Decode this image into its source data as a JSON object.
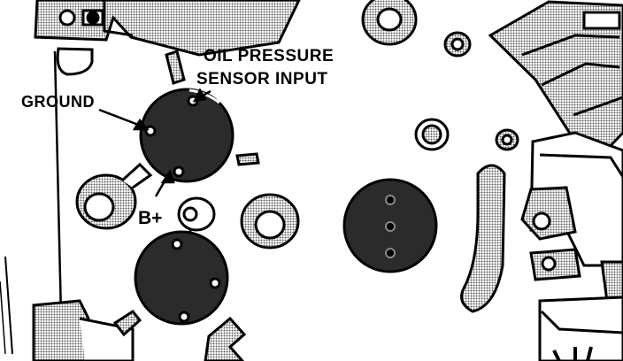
{
  "diagram": {
    "labels": {
      "oil_pressure": "OIL PRESSURE",
      "sensor_input": "SENSOR INPUT",
      "ground": "GROUND",
      "b_plus": "B+"
    },
    "colors": {
      "ink": "#000000",
      "paper": "#ffffff",
      "halftone": "#9a9a9a",
      "connector": "#2b2b2b"
    }
  }
}
